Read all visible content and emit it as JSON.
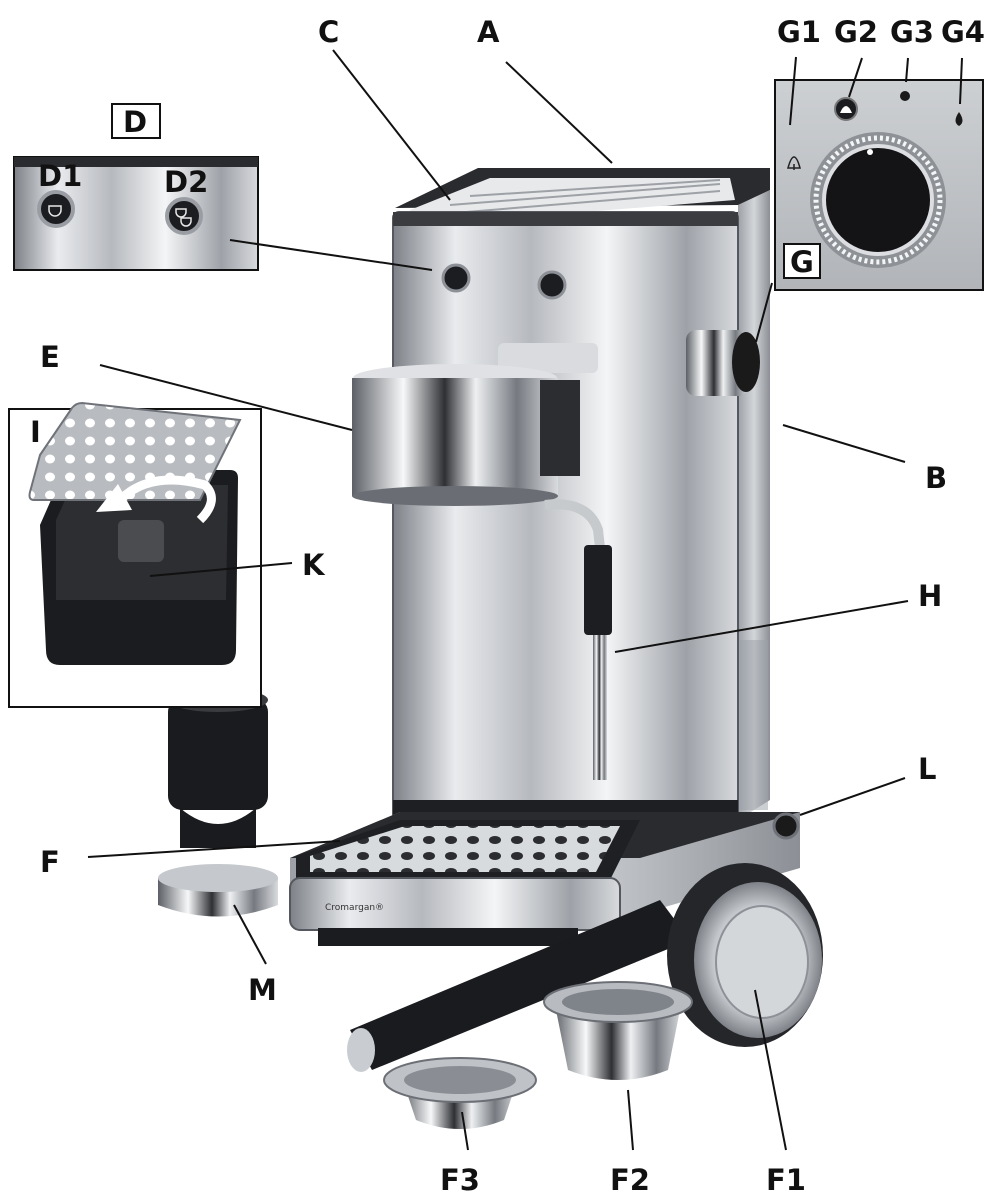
{
  "labels": {
    "A": "A",
    "B": "B",
    "C": "C",
    "D": "D",
    "D1": "D1",
    "D2": "D2",
    "E": "E",
    "F": "F",
    "F1": "F1",
    "F2": "F2",
    "F3": "F3",
    "G": "G",
    "G1": "G1",
    "G2": "G2",
    "G3": "G3",
    "G4": "G4",
    "H": "H",
    "I": "I",
    "K": "K",
    "L": "L",
    "M": "M"
  },
  "brand_text": "Cromargan®",
  "colors": {
    "ink": "#111111",
    "steel": "#c9ccd0",
    "black": "#1a1a1a",
    "panel": "#bfc2c5"
  }
}
